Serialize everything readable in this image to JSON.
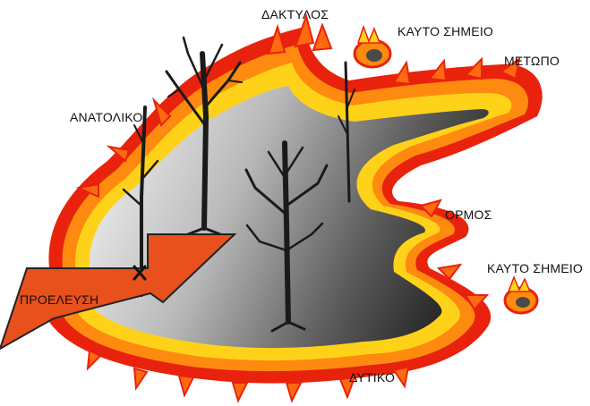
{
  "labels": {
    "finger": "ΔΑΚΤΥΛΟΣ",
    "hot_spot_top": "ΚΑΥΤΟ ΣΗΜΕΙΟ",
    "front": "ΜΕΤΩΠΟ",
    "east": "ΑΝΑΤΟΛΙΚΟ",
    "bay": "ΟΡΜΟΣ",
    "hot_spot_right": "ΚΑΥΤΟ ΣΗΜΕΙΟ",
    "origin": "ΠΡΟΕΛΕΥΣΗ",
    "west": "ΔΥΤΙΚΟ"
  },
  "colors": {
    "flame_outer": "#e8220c",
    "flame_mid": "#ff8a10",
    "flame_inner": "#ffd21a",
    "burned_dark": "#2b2b2b",
    "burned_light": "#d9d9d9",
    "arrow": "#e8501c",
    "tree": "#1a1a1a"
  },
  "icons": {
    "origin_marker": "x-mark-icon",
    "tree": "burnt-tree-icon"
  }
}
